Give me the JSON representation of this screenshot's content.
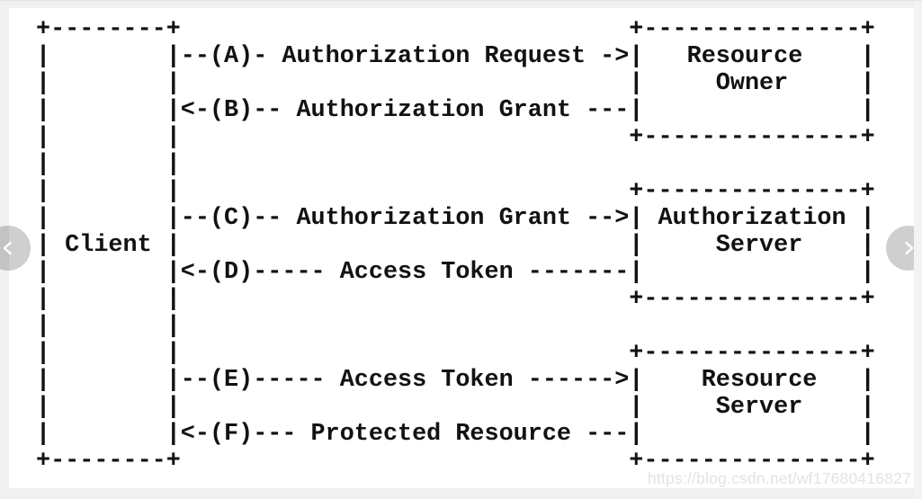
{
  "diagram": {
    "description": "OAuth 2.0 abstract protocol flow ASCII figure",
    "lines": [
      "+--------+                               +---------------+",
      "|        |--(A)- Authorization Request ->|   Resource    |",
      "|        |                               |     Owner     |",
      "|        |<-(B)-- Authorization Grant ---|               |",
      "|        |                               +---------------+",
      "|        |",
      "|        |                               +---------------+",
      "|        |--(C)-- Authorization Grant -->| Authorization |",
      "| Client |                               |     Server    |",
      "|        |<-(D)----- Access Token -------|               |",
      "|        |                               +---------------+",
      "|        |",
      "|        |                               +---------------+",
      "|        |--(E)----- Access Token ------>|    Resource   |",
      "|        |                               |     Server    |",
      "|        |<-(F)--- Protected Resource ---|               |",
      "+--------+                               +---------------+"
    ],
    "entities": [
      "Client",
      "Resource Owner",
      "Authorization Server",
      "Resource Server"
    ],
    "steps": [
      {
        "label": "A",
        "text": "Authorization Request",
        "from": "Client",
        "to": "Resource Owner"
      },
      {
        "label": "B",
        "text": "Authorization Grant",
        "from": "Resource Owner",
        "to": "Client"
      },
      {
        "label": "C",
        "text": "Authorization Grant",
        "from": "Client",
        "to": "Authorization Server"
      },
      {
        "label": "D",
        "text": "Access Token",
        "from": "Authorization Server",
        "to": "Client"
      },
      {
        "label": "E",
        "text": "Access Token",
        "from": "Client",
        "to": "Resource Server"
      },
      {
        "label": "F",
        "text": "Protected Resource",
        "from": "Resource Server",
        "to": "Client"
      }
    ]
  },
  "carousel": {
    "prev_icon": "chevron-left",
    "next_icon": "chevron-right"
  },
  "watermark": {
    "text": "https://blog.csdn.net/wf17680416827"
  },
  "colors": {
    "page_background": "#f0f0f2",
    "panel_background": "#ffffff",
    "diagram_text": "#121212",
    "watermark_text": "#e3e3e4",
    "nav_button_background": "rgba(0,0,0,0.19)",
    "nav_chevron": "#ffffff"
  }
}
